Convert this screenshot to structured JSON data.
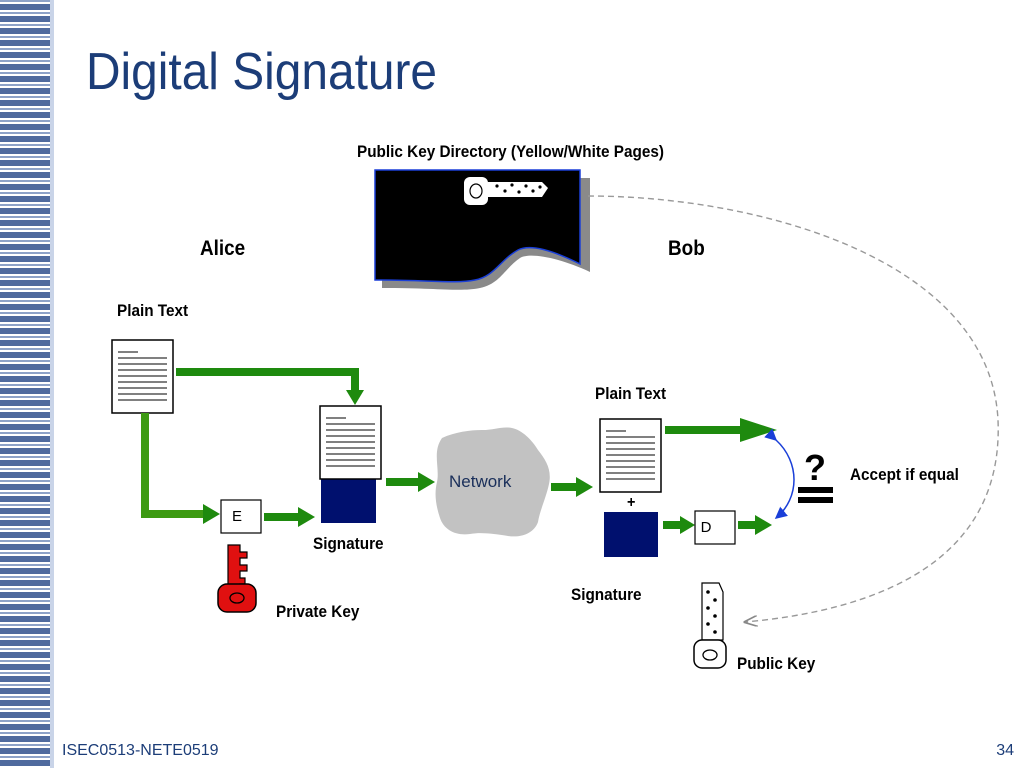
{
  "slide": {
    "title": "Digital Signature",
    "footer_left": "ISEC0513-NETE0519",
    "page_number": "34"
  },
  "diagram": {
    "directory_label": "Public Key Directory (Yellow/White Pages)",
    "alice_label": "Alice",
    "bob_label": "Bob",
    "alice_plain_text": "Plain Text",
    "bob_plain_text": "Plain Text",
    "encrypt_box": "E",
    "decrypt_box": "D",
    "alice_signature": "Signature",
    "bob_signature": "Signature",
    "private_key": "Private Key",
    "public_key": "Public Key",
    "network": "Network",
    "plus": "+",
    "question": "?",
    "accept_label": "Accept if equal"
  },
  "colors": {
    "title": "#1c3d78",
    "arrow": "#1e8a0e",
    "signature_block": "#00106e",
    "private_key": "#e01010",
    "network_cloud": "#c2c2c2"
  },
  "icons": [
    "document-icon",
    "key-icon",
    "network-cloud-icon",
    "directory-book-icon",
    "equals-icon"
  ]
}
